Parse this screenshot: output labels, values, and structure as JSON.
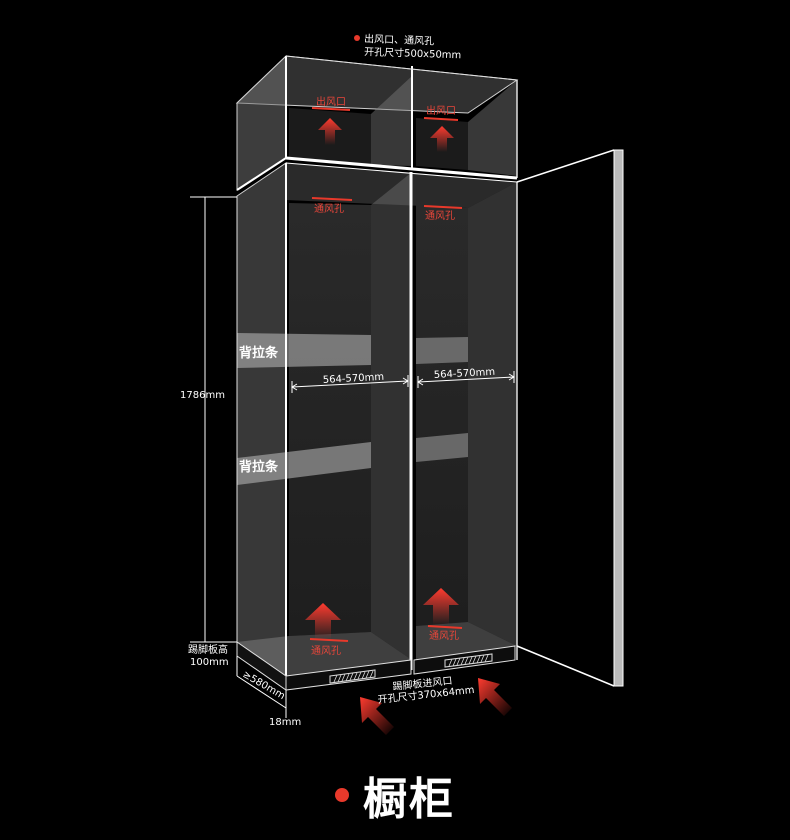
{
  "top_vent": {
    "line1": "出风口、通风孔",
    "line2": "开孔尺寸500x50mm"
  },
  "compartments": {
    "top_left_outlet": "出风口",
    "top_right_outlet": "出风口",
    "left_vent_top": "通风孔",
    "right_vent_top": "通风孔",
    "left_vent_bottom": "通风孔",
    "right_vent_bottom": "通风孔"
  },
  "strips": {
    "upper": "背拉条",
    "lower": "背拉条"
  },
  "dimensions": {
    "height": "1786mm",
    "left_width": "564-570mm",
    "right_width": "564-570mm",
    "kick_height_line1": "踢脚板高",
    "kick_height_line2": "100mm",
    "depth": "≥580mm",
    "thickness": "18mm"
  },
  "kick_vent": {
    "line1": "踢脚板进风口",
    "line2": "开孔尺寸370x64mm"
  },
  "footer": {
    "title": "橱柜"
  },
  "colors": {
    "accent": "#e8392b",
    "background": "#000000"
  }
}
